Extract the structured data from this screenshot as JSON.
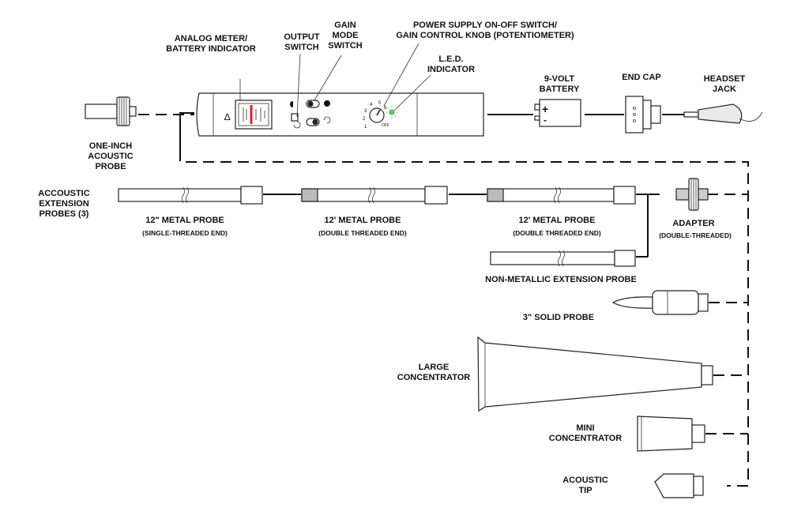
{
  "labels": {
    "analog_meter": [
      "ANALOG METER/",
      "BATTERY INDICATOR"
    ],
    "output_switch": [
      "OUTPUT",
      "SWITCH"
    ],
    "gain_mode": [
      "GAIN",
      "MODE",
      "SWITCH"
    ],
    "power_supply": [
      "POWER SUPPLY ON-OFF SWITCH/",
      "GAIN CONTROL KNOB (POTENTIOMETER)"
    ],
    "led": [
      "L.E.D.",
      "INDICATOR"
    ],
    "battery": [
      "9-VOLT",
      "BATTERY"
    ],
    "end_cap": "END CAP",
    "headset": [
      "HEADSET",
      "JACK"
    ],
    "one_inch": [
      "ONE-INCH",
      "ACOUSTIC",
      "PROBE"
    ],
    "extension_probes": [
      "ACCOUSTIC",
      "EXTENSION",
      "PROBES (3)"
    ],
    "probe1": [
      "12\" METAL PROBE",
      "(SINGLE-THREADED END)"
    ],
    "probe2": [
      "12' METAL PROBE",
      "(DOUBLE THREADED END)"
    ],
    "probe3": [
      "12' METAL PROBE",
      "(DOUBLE THREADED END)"
    ],
    "adapter": [
      "ADAPTER",
      "(DOUBLE-THREADED)"
    ],
    "non_metallic": "NON-METALLIC EXTENSION PROBE",
    "solid_probe": "3\" SOLID PROBE",
    "large_conc": [
      "LARGE",
      "CONCENTRATOR"
    ],
    "mini_conc": [
      "MINI",
      "CONCENTRATOR"
    ],
    "acoustic_tip": [
      "ACOUSTIC",
      "TIP"
    ]
  },
  "device": {
    "battery_plus": "+",
    "battery_minus": "-",
    "off_label": "OFF",
    "dial_numbers": [
      "1",
      "2",
      "3",
      "4",
      "5",
      "6"
    ],
    "meter_mark": "∆"
  },
  "colors": {
    "led_green": "#5fd35f",
    "meter_red": "#e0202a"
  }
}
